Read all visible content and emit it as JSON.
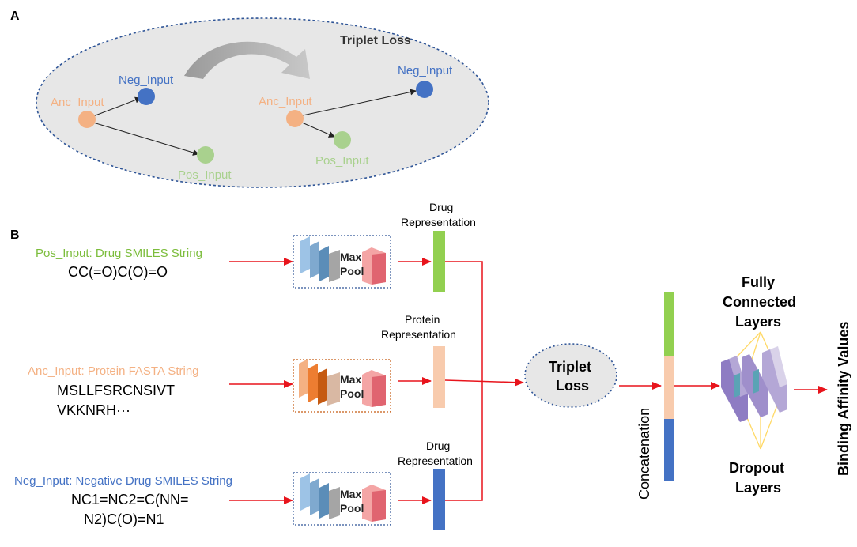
{
  "panel_a": {
    "letter": "A",
    "title": "Triplet Loss",
    "left": {
      "neg": "Neg_Input",
      "anc": "Anc_Input",
      "pos": "Pos_Input"
    },
    "right": {
      "neg": "Neg_Input",
      "anc": "Anc_Input",
      "pos": "Pos_Input"
    }
  },
  "panel_b": {
    "letter": "B",
    "pos_label": "Pos_Input: Drug SMILES String",
    "pos_seq": "CC(=O)C(O)=O",
    "anc_label": "Anc_Input: Protein FASTA String",
    "anc_seq_1": "MSLLFSRCNSIVT",
    "anc_seq_2": "VKKNRH···",
    "neg_label": "Neg_Input: Negative Drug SMILES String",
    "neg_seq_1": "NC1=NC2=C(NN=",
    "neg_seq_2": "N2)C(O)=N1",
    "maxpool_1": "Max",
    "maxpool_2": "Pool",
    "drug_rep_1": "Drug",
    "drug_rep_2": "Representation",
    "protein_rep_1": "Protein",
    "protein_rep_2": "Representation",
    "triplet_1": "Triplet",
    "triplet_2": "Loss",
    "concatenation": "Concatenation",
    "fc_1": "Fully",
    "fc_2": "Connected",
    "fc_3": "Layers",
    "dropout_1": "Dropout",
    "dropout_2": "Layers",
    "output": "Binding Affinity Values"
  },
  "colors": {
    "neg": "#4472c4",
    "anc": "#f4b183",
    "pos": "#a9d18e",
    "pos_text": "#7cbd3c",
    "drug_bar": "#92d050",
    "arrow": "#e8141c",
    "ellipse_fill": "#e7e7e7",
    "ellipse_border": "#2f5597"
  }
}
